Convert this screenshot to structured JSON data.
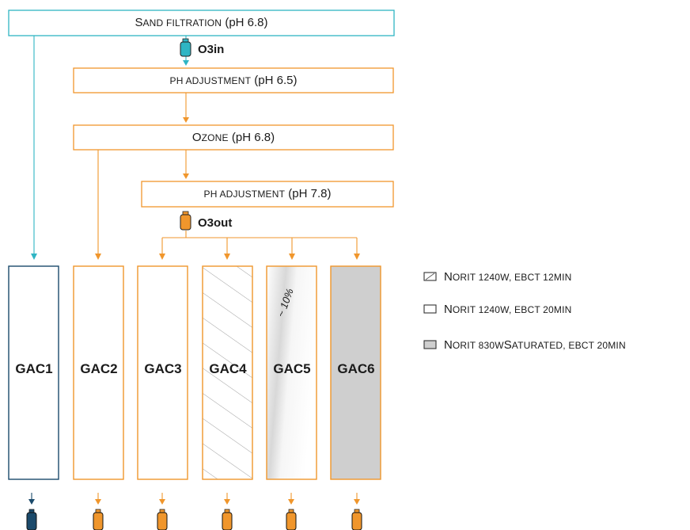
{
  "colors": {
    "teal": "#2fb5c4",
    "orange": "#f0962c",
    "navy": "#1b4a6b",
    "gray": "#cfcfcf"
  },
  "boxes": {
    "sand": {
      "cap": "S",
      "rest": "and filtration",
      "tail": " (pH 6.8)"
    },
    "ph1": {
      "cap": "pH",
      "rest": " adjustment",
      "tail": " (pH 6.5)"
    },
    "ozone": {
      "cap": "O",
      "rest": "zone",
      "tail": " (pH 6.8)"
    },
    "ph2": {
      "cap": "pH",
      "rest": " adjustment",
      "tail": " (pH 7.8)"
    }
  },
  "sample_points": {
    "o3in": "O3in",
    "o3out": "O3out"
  },
  "columns": [
    {
      "label": "GAC1",
      "style": "blank-navy"
    },
    {
      "label": "GAC2",
      "style": "blank"
    },
    {
      "label": "GAC3",
      "style": "blank"
    },
    {
      "label": "GAC4",
      "style": "hatched"
    },
    {
      "label": "GAC5",
      "style": "partial-gray"
    },
    {
      "label": "GAC6",
      "style": "gray"
    }
  ],
  "gac5_note": "~ 10%",
  "legend": [
    {
      "swatch": "hatched",
      "cap": "N",
      "rest": "orit 1240W, EBCT 12 ",
      "unit": "min"
    },
    {
      "swatch": "blank",
      "cap": "N",
      "rest": "orit 1240W, EBCT 20 ",
      "unit": "min"
    },
    {
      "swatch": "gray",
      "cap": "N",
      "rest": "orit 830W ",
      "cap2": "S",
      "rest2": "aturated",
      "tail2": ", EBCT 20 ",
      "unit": "min"
    }
  ]
}
